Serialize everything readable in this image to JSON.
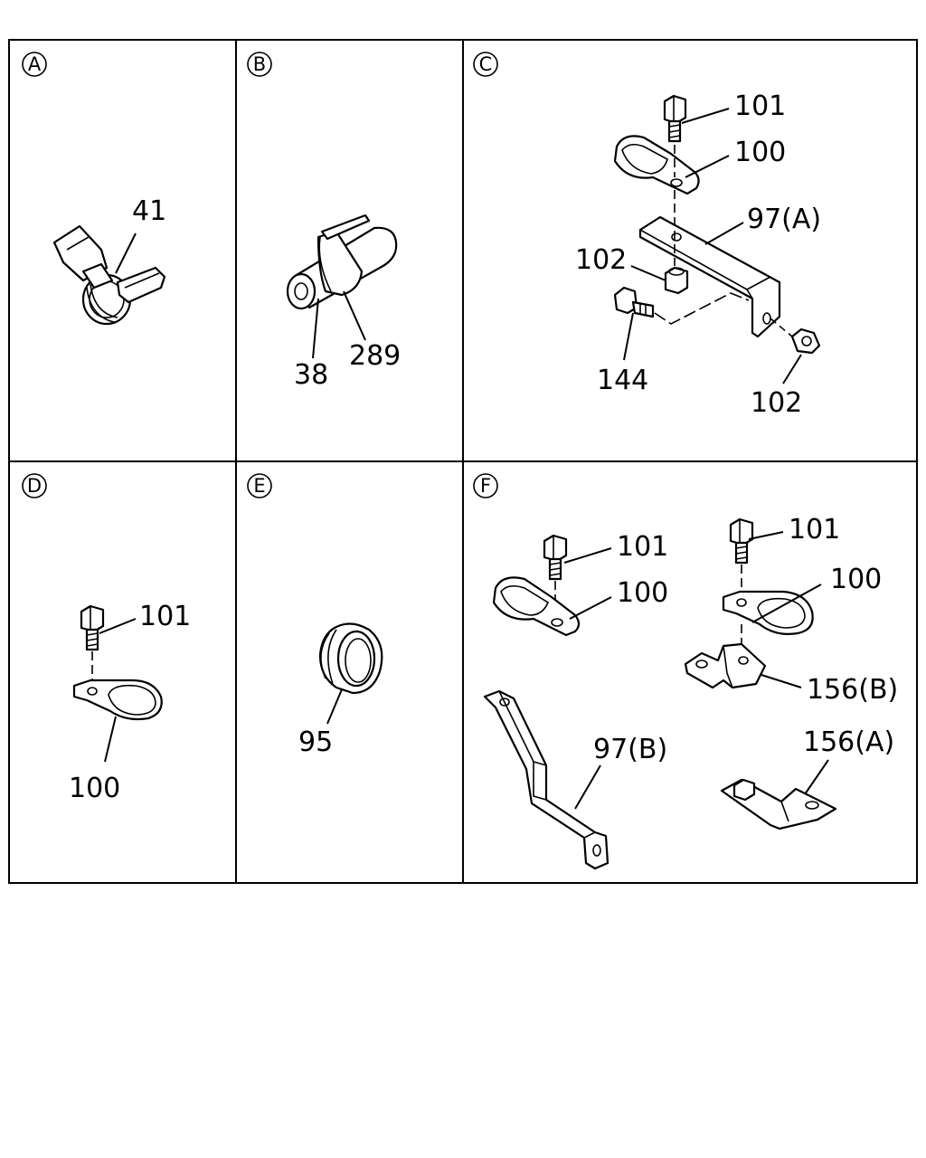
{
  "panels": [
    {
      "id": "A",
      "callouts": [
        "41"
      ]
    },
    {
      "id": "B",
      "callouts": [
        "38",
        "289"
      ]
    },
    {
      "id": "C",
      "callouts": [
        "101",
        "100",
        "97(A)",
        "102",
        "144",
        "102"
      ]
    },
    {
      "id": "D",
      "callouts": [
        "101",
        "100"
      ]
    },
    {
      "id": "E",
      "callouts": [
        "95"
      ]
    },
    {
      "id": "F",
      "callouts": [
        "101",
        "100",
        "101",
        "100",
        "156(B)",
        "97(B)",
        "156(A)"
      ]
    }
  ]
}
